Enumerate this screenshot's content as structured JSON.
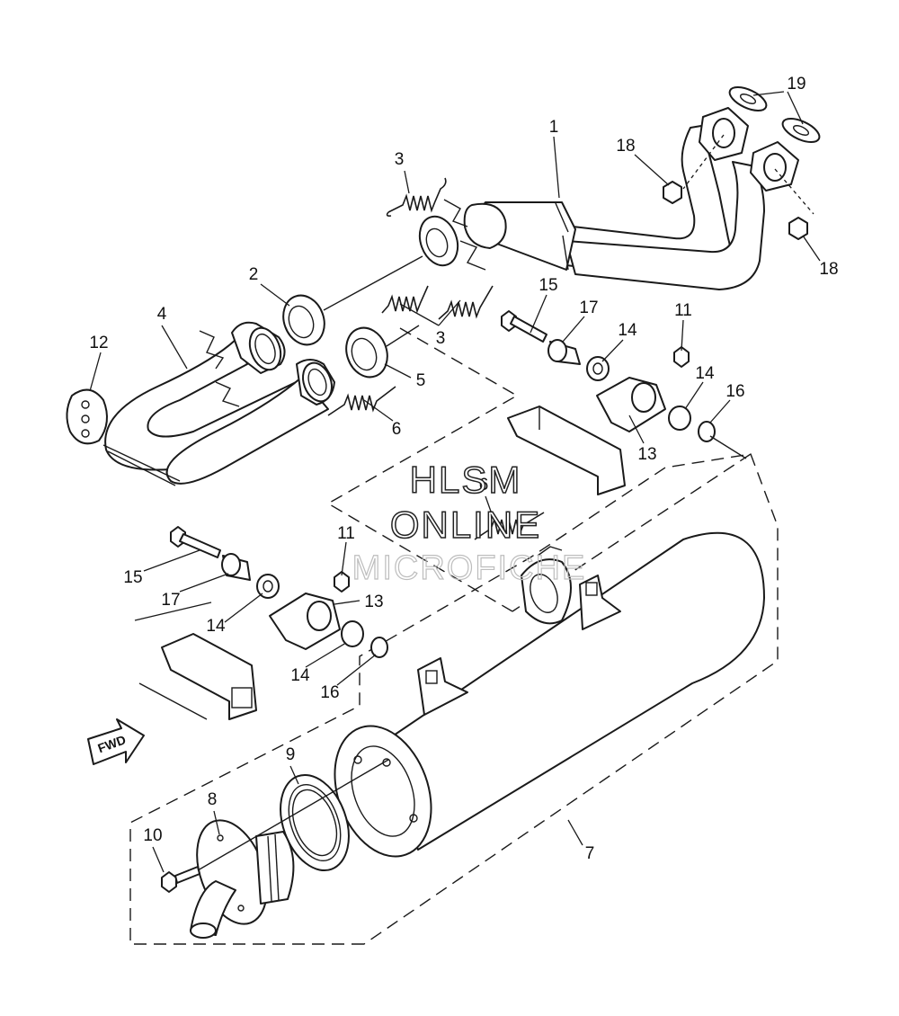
{
  "watermark": {
    "line1": "HLSM",
    "line2": "ONLINE",
    "line3": "MICROFICHE"
  },
  "direction_badge": {
    "label": "FWD"
  },
  "callouts": [
    {
      "id": "c1",
      "label": "1"
    },
    {
      "id": "c2",
      "label": "2"
    },
    {
      "id": "c3a",
      "label": "3"
    },
    {
      "id": "c3b",
      "label": "3"
    },
    {
      "id": "c4",
      "label": "4"
    },
    {
      "id": "c5",
      "label": "5"
    },
    {
      "id": "c6a",
      "label": "6"
    },
    {
      "id": "c6b",
      "label": "6"
    },
    {
      "id": "c7",
      "label": "7"
    },
    {
      "id": "c8",
      "label": "8"
    },
    {
      "id": "c9",
      "label": "9"
    },
    {
      "id": "c10",
      "label": "10"
    },
    {
      "id": "c11a",
      "label": "11"
    },
    {
      "id": "c11b",
      "label": "11"
    },
    {
      "id": "c12",
      "label": "12"
    },
    {
      "id": "c13a",
      "label": "13"
    },
    {
      "id": "c13b",
      "label": "13"
    },
    {
      "id": "c14a",
      "label": "14"
    },
    {
      "id": "c14b",
      "label": "14"
    },
    {
      "id": "c14c",
      "label": "14"
    },
    {
      "id": "c14d",
      "label": "14"
    },
    {
      "id": "c15a",
      "label": "15"
    },
    {
      "id": "c15b",
      "label": "15"
    },
    {
      "id": "c16a",
      "label": "16"
    },
    {
      "id": "c16b",
      "label": "16"
    },
    {
      "id": "c17a",
      "label": "17"
    },
    {
      "id": "c17b",
      "label": "17"
    },
    {
      "id": "c18a",
      "label": "18"
    },
    {
      "id": "c18b",
      "label": "18"
    },
    {
      "id": "c19",
      "label": "19"
    }
  ]
}
